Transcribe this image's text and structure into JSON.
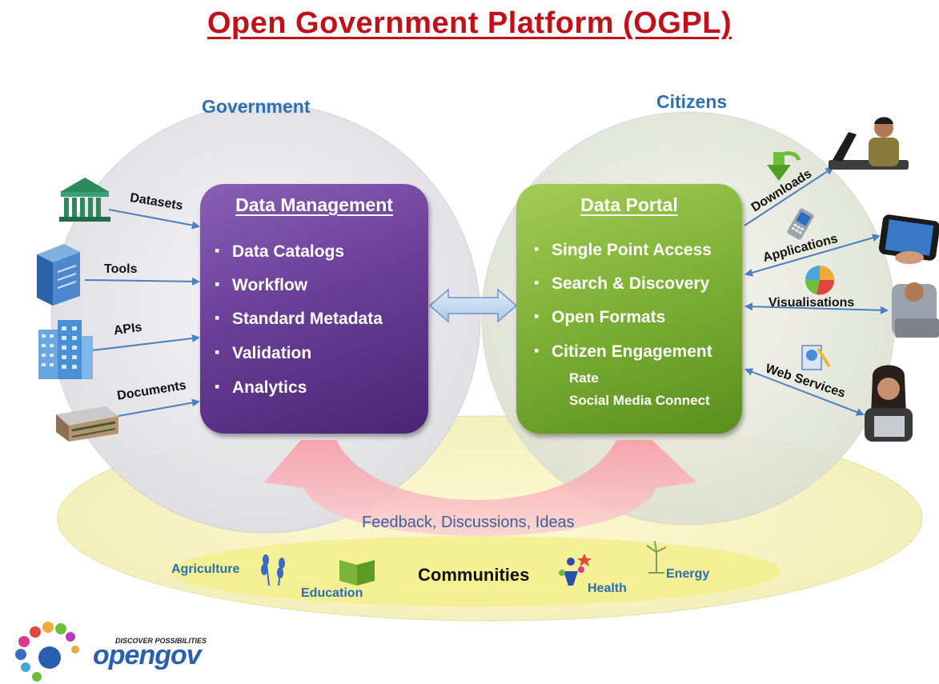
{
  "title": "Open Government Platform (OGPL)",
  "government_label": "Government",
  "citizens_label": "Citizens",
  "data_management": {
    "title": "Data Management",
    "items": [
      "Data Catalogs",
      "Workflow",
      "Standard Metadata",
      "Validation",
      "Analytics"
    ]
  },
  "data_portal": {
    "title": "Data Portal",
    "items": [
      "Single Point Access",
      "Search & Discovery",
      "Open Formats",
      "Citizen Engagement"
    ],
    "sub_items": [
      "Rate",
      "Social Media Connect"
    ]
  },
  "inputs": [
    {
      "label": "Datasets",
      "icon": "government-building-icon"
    },
    {
      "label": "Tools",
      "icon": "server-tower-icon"
    },
    {
      "label": "APIs",
      "icon": "office-building-icon"
    },
    {
      "label": "Documents",
      "icon": "warehouse-building-icon"
    }
  ],
  "outputs": [
    {
      "label": "Downloads",
      "icon": "download-arrow-icon"
    },
    {
      "label": "Applications",
      "icon": "mobile-phone-icon"
    },
    {
      "label": "Visualisations",
      "icon": "pie-chart-icon"
    },
    {
      "label": "Web Services",
      "icon": "web-document-icon"
    }
  ],
  "feedback_label": "Feedback, Discussions, Ideas",
  "communities": {
    "label": "Communities",
    "items": [
      "Agriculture",
      "Education",
      "Health",
      "Energy"
    ]
  },
  "logo": {
    "tagline": "DISCOVER POSSIBILITIES",
    "name": "opengov"
  },
  "colors": {
    "title": "#c0101a",
    "section_label": "#2e6fb5",
    "data_management": "#6b3f98",
    "data_portal": "#7fb236",
    "feedback_arrow": "#f4a6ac",
    "communities_band": "#f6f2a0",
    "connector": "#4a7fc1",
    "community_text": "#2a6db0"
  }
}
